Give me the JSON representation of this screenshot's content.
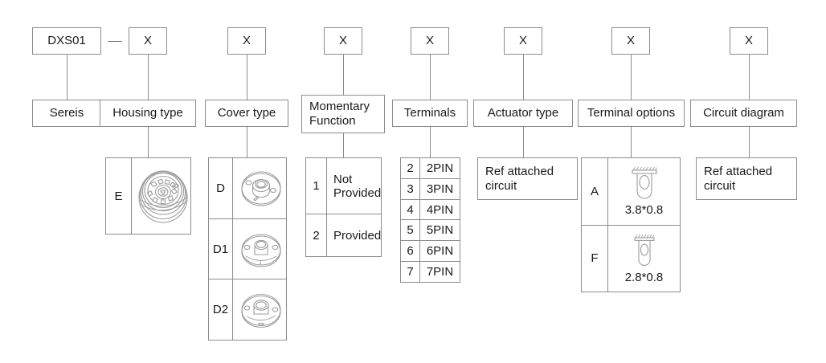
{
  "title_code": "DXS01",
  "separator": "—",
  "placeholder": "X",
  "columns": [
    {
      "key": "series",
      "label": "Sereis",
      "code_box": null
    },
    {
      "key": "housing_type",
      "label": "Housing type",
      "code_box": "X",
      "options": [
        {
          "code": "E",
          "caption": "",
          "icon": "rotary-switch-housing-icon"
        }
      ]
    },
    {
      "key": "cover_type",
      "label": "Cover type",
      "code_box": "X",
      "options": [
        {
          "code": "D",
          "caption": "",
          "icon": "cover-disc-d-icon"
        },
        {
          "code": "D1",
          "caption": "",
          "icon": "cover-disc-d1-icon"
        },
        {
          "code": "D2",
          "caption": "",
          "icon": "cover-disc-d2-icon"
        }
      ]
    },
    {
      "key": "momentary_function",
      "label": "Momentary Function",
      "label_line1": "Momentary",
      "label_line2": "Function",
      "code_box": "X",
      "options": [
        {
          "code": "1",
          "value_line1": "Not",
          "value_line2": "Provided"
        },
        {
          "code": "2",
          "value_line1": "Provided",
          "value_line2": ""
        }
      ]
    },
    {
      "key": "terminals",
      "label": "Terminals",
      "code_box": "X",
      "options": [
        {
          "code": "2",
          "value": "2PIN"
        },
        {
          "code": "3",
          "value": "3PIN"
        },
        {
          "code": "4",
          "value": "4PIN"
        },
        {
          "code": "5",
          "value": "5PIN"
        },
        {
          "code": "6",
          "value": "6PIN"
        },
        {
          "code": "7",
          "value": "7PIN"
        }
      ]
    },
    {
      "key": "actuator_type",
      "label": "Actuator type",
      "code_box": "X",
      "note_line1": "Ref attached",
      "note_line2": "circuit"
    },
    {
      "key": "terminal_options",
      "label": "Terminal options",
      "code_box": "X",
      "options": [
        {
          "code": "A",
          "caption": "3.8*0.8",
          "icon": "terminal-blade-a-icon"
        },
        {
          "code": "F",
          "caption": "2.8*0.8",
          "icon": "terminal-blade-f-icon"
        }
      ]
    },
    {
      "key": "circuit_diagram",
      "label": "Circuit diagram",
      "code_box": "X",
      "note_line1": "Ref attached",
      "note_line2": "circuit"
    }
  ],
  "colors": {
    "line": "#8c8c8c",
    "text": "#1a1a1a",
    "background": "#ffffff",
    "drawing": "#9a9a9a"
  }
}
